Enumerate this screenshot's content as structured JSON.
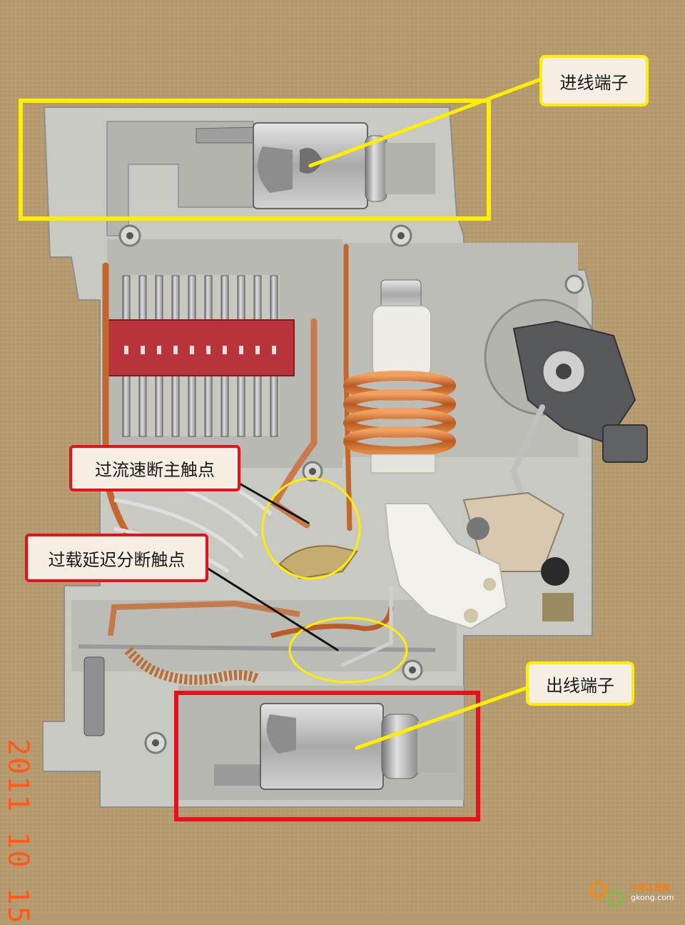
{
  "labels": {
    "incoming_terminal": "进线端子",
    "outgoing_terminal": "出线端子",
    "overcurrent_main_contact": "过流速断主触点",
    "overload_delay_contact": "过载延迟分断触点"
  },
  "date_stamp": "2011 10 15",
  "watermark": {
    "chinese": "中华工控网",
    "url": "gkong.com"
  },
  "colors": {
    "background": "#b59a6f",
    "housing": "#c9c9c4",
    "yellow_annotation": "#ffee00",
    "red_annotation": "#e8101a",
    "copper": "#c4672c",
    "arc_chute_red": "#b8343a",
    "date_stamp": "#ff5a1a"
  }
}
